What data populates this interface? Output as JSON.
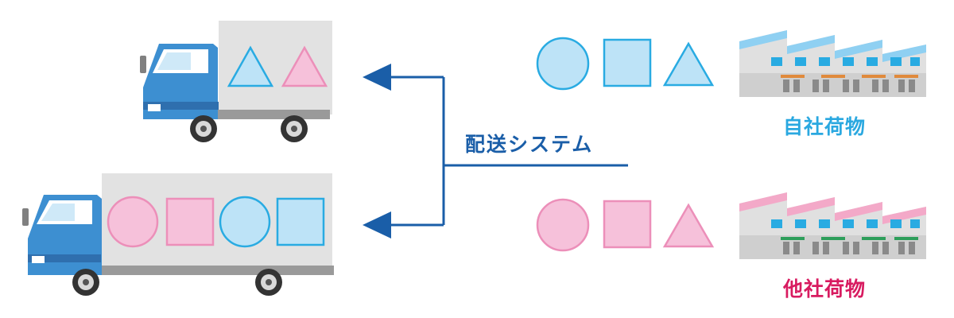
{
  "labels": {
    "system": "配送システム",
    "own_cargo": "自社荷物",
    "other_cargo": "他社荷物"
  },
  "colors": {
    "blue_fill": "#bde3f7",
    "blue_stroke": "#29abe2",
    "pink_fill": "#f6c1da",
    "pink_stroke": "#ec8fb9",
    "arrow": "#1a5ea8",
    "own_label": "#2aa8e0",
    "other_label": "#d81b60",
    "truck_cab": "#3d8fd1",
    "cargo_box": "#e2e2e2",
    "factory_wall": "#e0e0e0"
  },
  "icons": {
    "truck": "truck-icon",
    "factory": "factory-icon",
    "circle": "circle-shape",
    "square": "square-shape",
    "triangle": "triangle-shape"
  }
}
